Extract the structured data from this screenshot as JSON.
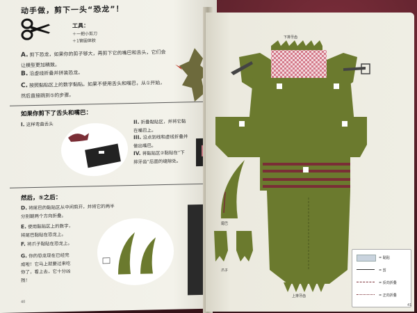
{
  "left_page": {
    "title": "动手做，剪下一头“恐龙”！",
    "tools": {
      "heading": "工具：",
      "items": [
        "＋一把小剪刀",
        "＋1管固体胶"
      ]
    },
    "steps": [
      {
        "letter": "A.",
        "text": "剪下恐龙，如果你的剪子够大，再剪下它的嘴巴和舌头，它们会",
        "text2": "让模型更加精致。"
      },
      {
        "letter": "B.",
        "text": "沿虚线折叠并拼装恐龙。"
      },
      {
        "letter": "C.",
        "text": "按照黏贴区上的数字黏贴。如果不使用舌头和嘴巴，从①开始，",
        "text2": "然后直接跳到⑤的步骤。"
      }
    ],
    "section1": {
      "heading": "如果你剪下了舌头和嘴巴：",
      "i": {
        "num": "I.",
        "text": "这样弯曲舌头"
      },
      "ii": {
        "num": "II.",
        "text": "折叠黏贴区，并将它黏",
        "text2": "在嘴巴上。"
      },
      "iii": {
        "num": "III.",
        "text": "沿点划线和虚线折叠并",
        "text2": "做出嘴巴。"
      },
      "iv": {
        "num": "IV.",
        "text": "将黏贴区②黏贴在“下",
        "text2": "排牙齿”后面的缝隙处。"
      }
    },
    "section2": {
      "heading": "然后，⑤之后：",
      "steps": [
        {
          "letter": "D.",
          "text": "将尾巴的黏贴区从中间剪开，并将它的两半",
          "text2": "分别朝两个方向折叠。"
        },
        {
          "letter": "E.",
          "text": "使用黏贴区上的数字，",
          "text2": "将尾巴黏贴在恐龙上。"
        },
        {
          "letter": "F.",
          "text": "将爪子黏贴在恐龙上。"
        },
        {
          "letter": "G.",
          "text": "你的恐龙现在已经完",
          "text2": "成啦！它马上就要过来吃",
          "text3": "你了，看上去，它十分凶",
          "text4": "残！"
        }
      ]
    }
  },
  "right_page": {
    "label_top_teeth": "下排牙齿",
    "label_tail": "尾巴",
    "label_claws": "爪子",
    "label_upper_teeth": "上排牙齿",
    "page_number": "41",
    "legend": [
      "= 黏贴",
      "= 剪",
      "= 反向折叠",
      "= 正向折叠"
    ]
  },
  "colors": {
    "dino_green": "#6b7a2e",
    "dino_dark": "#4b561e",
    "stripe_maroon": "#7a2e36",
    "check_pink": "#d47a8a"
  }
}
